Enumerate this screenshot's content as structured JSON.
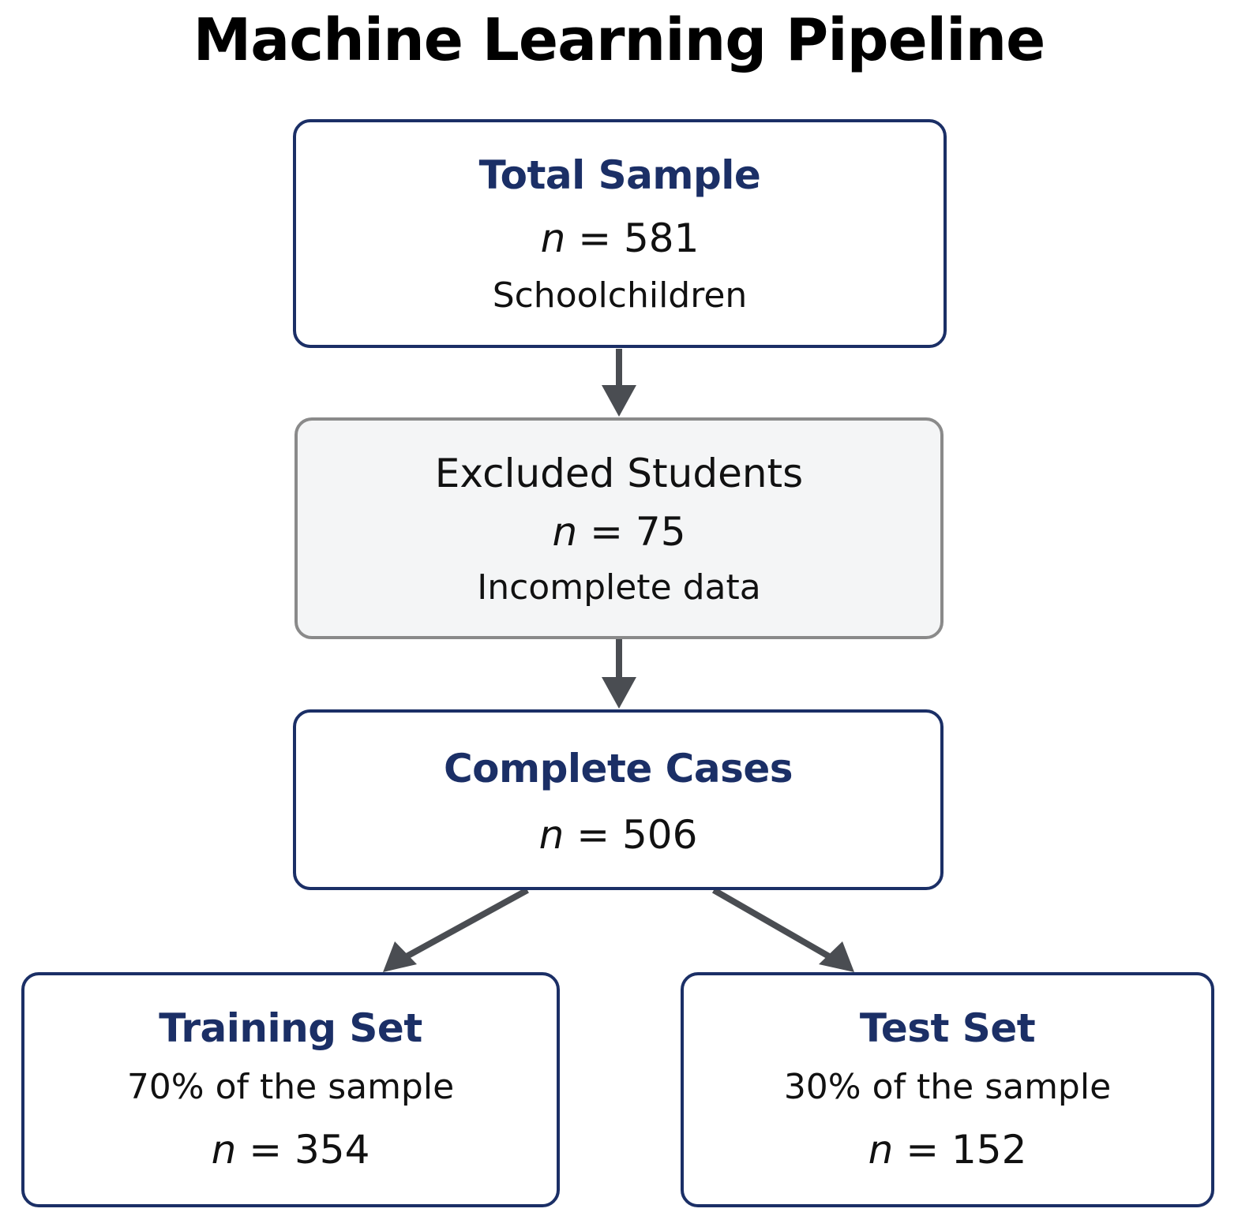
{
  "title": "Machine Learning Pipeline",
  "count_prefix": "n",
  "nodes": {
    "total_sample": {
      "heading": "Total Sample",
      "count": "= 581",
      "description": "Schoolchildren"
    },
    "excluded_students": {
      "heading": "Excluded Students",
      "count": "= 75",
      "description": "Incomplete data"
    },
    "complete_cases": {
      "heading": "Complete Cases",
      "count": "= 506"
    },
    "training_set": {
      "heading": "Training Set",
      "description": "70% of the sample",
      "count": "= 354"
    },
    "test_set": {
      "heading": "Test Set",
      "description": "30% of the sample",
      "count": "= 152"
    }
  },
  "edges": [
    {
      "from": "total_sample",
      "to": "excluded_students"
    },
    {
      "from": "excluded_students",
      "to": "complete_cases"
    },
    {
      "from": "complete_cases",
      "to": "training_set"
    },
    {
      "from": "complete_cases",
      "to": "test_set"
    }
  ],
  "colors": {
    "primary_border": "#1b2f66",
    "excluded_border": "#8a8a8a",
    "excluded_fill": "#f4f5f6",
    "arrow": "#4a4d52"
  }
}
